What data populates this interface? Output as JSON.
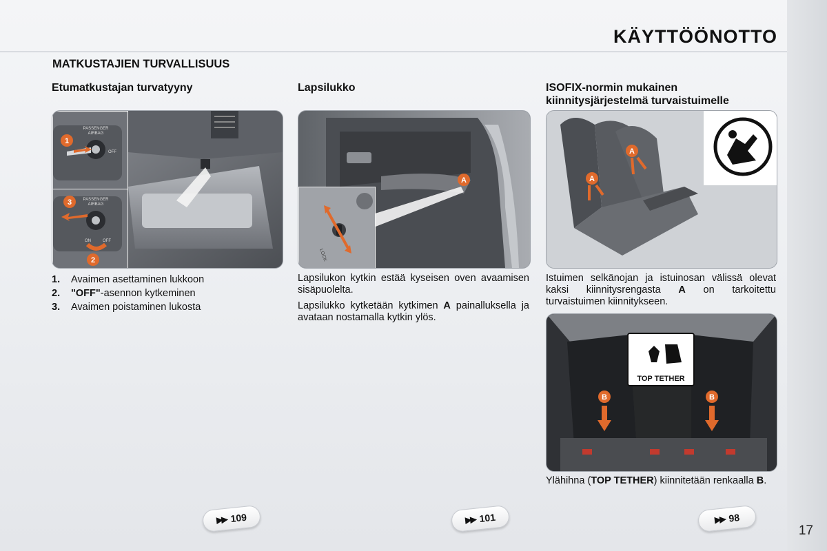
{
  "header": {
    "title": "KÄYTTÖÖNOTTO"
  },
  "section_title": "MATKUSTAJIEN TURVALLISUUS",
  "columns": {
    "col1": {
      "heading": "Etumatkustajan turvatyyny",
      "items": [
        {
          "num": "1.",
          "text": "Avaimen asettaminen lukkoon"
        },
        {
          "num": "2.",
          "bold": "\"OFF\"",
          "text": "-asennon kytkeminen"
        },
        {
          "num": "3.",
          "text": "Avaimen poistaminen lukosta"
        }
      ],
      "figure": {
        "switch_label_top": "PASSENGER",
        "switch_label_bottom": "AIRBAG",
        "on_label": "ON",
        "off_label": "OFF",
        "step_numbers": [
          "1",
          "2",
          "3"
        ]
      }
    },
    "col2": {
      "heading": "Lapsilukko",
      "para1": "Lapsilukon kytkin estää kyseisen oven avaamisen sisäpuolelta.",
      "para2_pre": "Lapsilukko kytketään kytkimen ",
      "para2_bold": "A",
      "para2_post": " painalluksella ja avataan nostamalla kytkin ylös.",
      "figure": {
        "marker": "A",
        "lock_label": "LOCK"
      }
    },
    "col3": {
      "heading": "ISOFIX-normin mukainen kiinnitysjärjestelmä turvaistuimelle",
      "text1_pre": "Istuimen selkänojan ja istuinosan välissä olevat kaksi kiinnitysrengasta ",
      "text1_bold": "A",
      "text1_post": " on tarkoitettu turvaistuimen kiinnitykseen.",
      "text2_pre": "Ylähihna (",
      "text2_bold": "TOP TETHER",
      "text2_mid": ") kiinnitetään renkaalla ",
      "text2_bold2": "B",
      "text2_post": ".",
      "figure1": {
        "marker": "A"
      },
      "figure2": {
        "marker": "B",
        "tether_label": "TOP TETHER"
      }
    }
  },
  "refs": [
    {
      "icon": "▶▶",
      "page": "109"
    },
    {
      "icon": "▶▶",
      "page": "101"
    },
    {
      "icon": "▶▶",
      "page": "98"
    }
  ],
  "page_number": "17",
  "colors": {
    "accent": "#e06a2c",
    "text": "#111111"
  }
}
